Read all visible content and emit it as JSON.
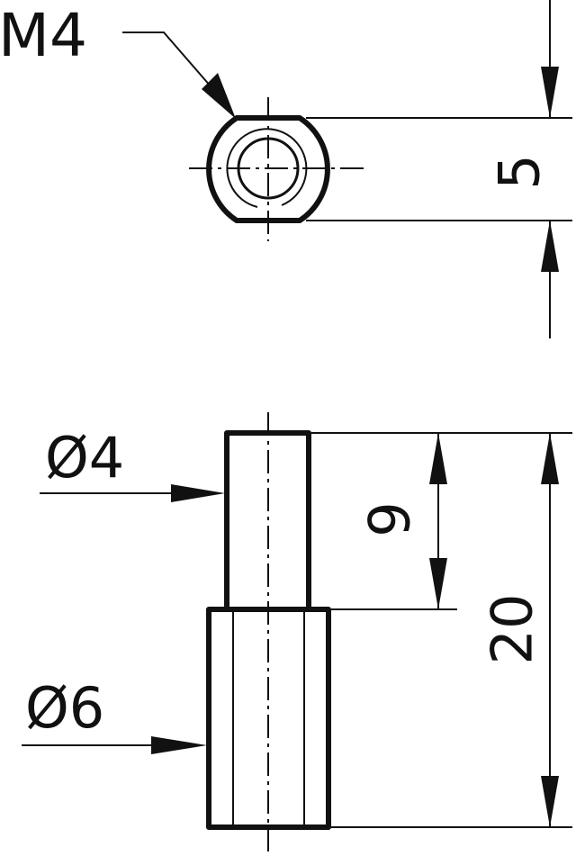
{
  "labels": {
    "thread": "M4",
    "width_flat": "5",
    "pin_diameter": "Ø4",
    "body_diameter": "Ø6",
    "pin_length": "9",
    "total_length": "20"
  },
  "colors": {
    "line": "#111111",
    "background": "#ffffff"
  }
}
